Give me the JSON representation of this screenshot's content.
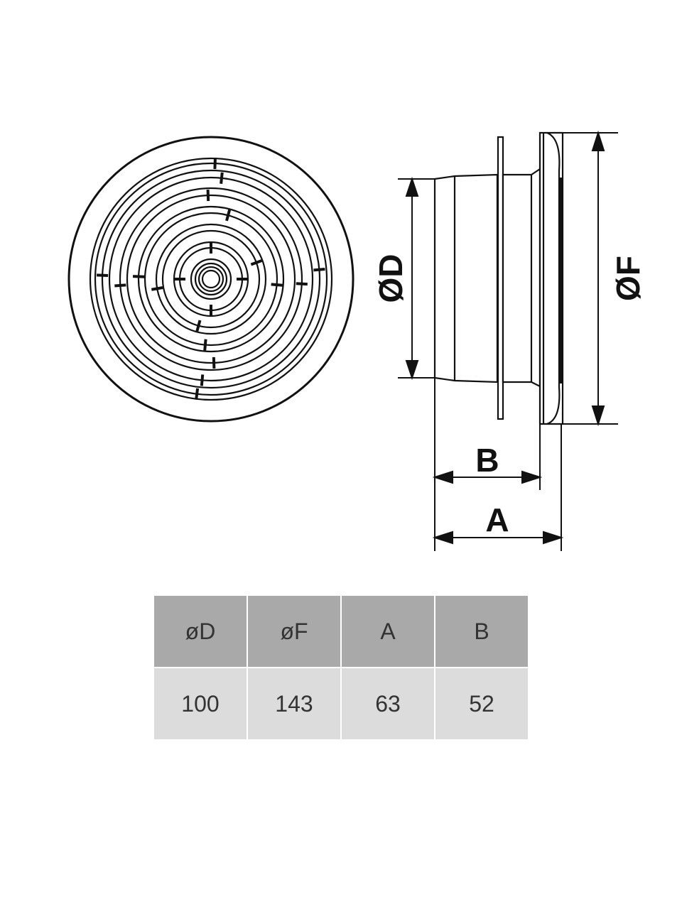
{
  "dimension_labels": {
    "d": "ØD",
    "f": "ØF",
    "a": "A",
    "b": "B"
  },
  "table": {
    "headers": [
      "øD",
      "øF",
      "A",
      "B"
    ],
    "rows": [
      [
        "100",
        "143",
        "63",
        "52"
      ]
    ]
  }
}
